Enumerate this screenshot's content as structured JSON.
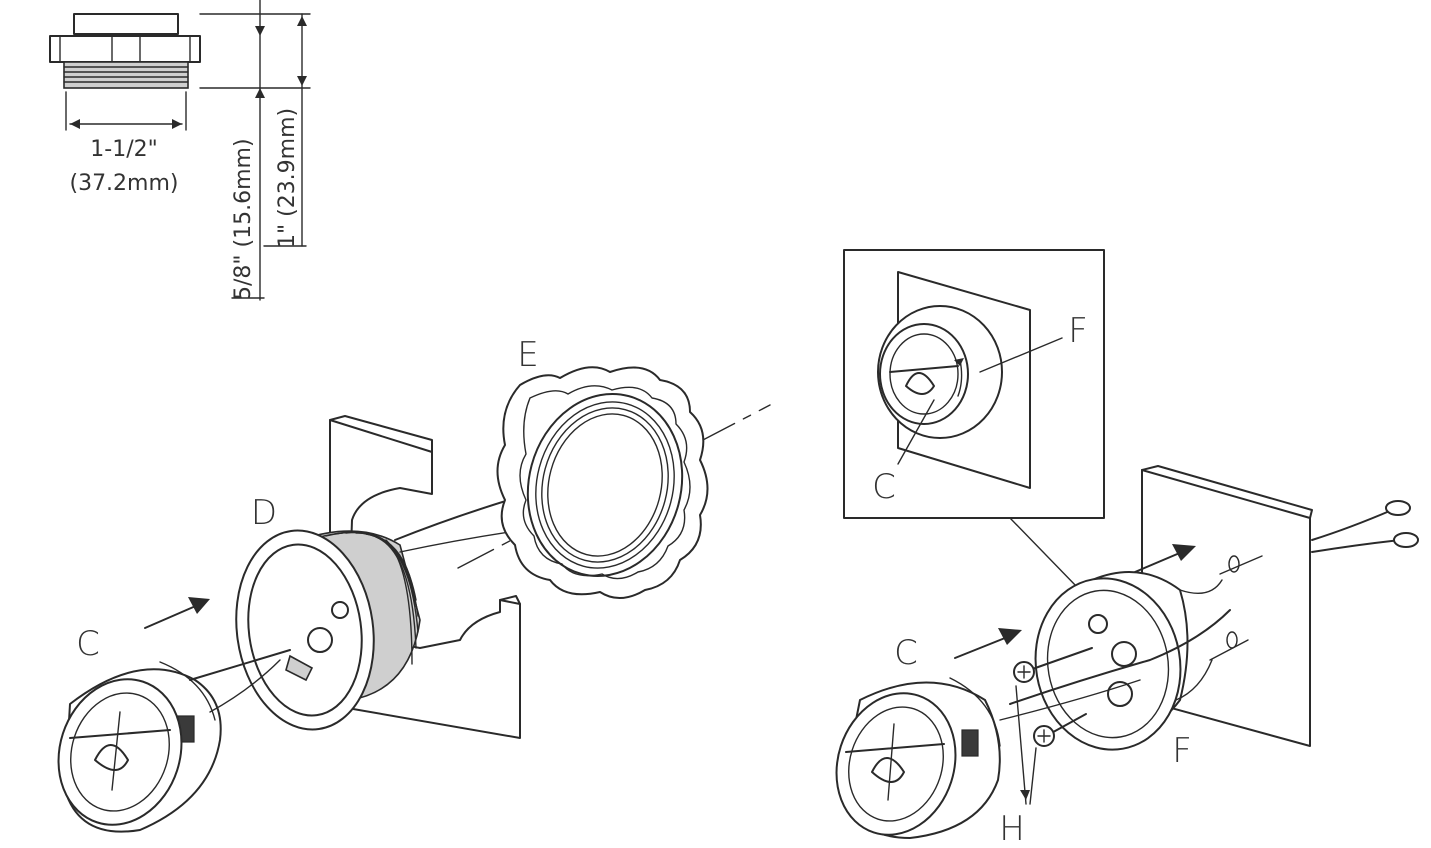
{
  "dimensions": {
    "width_line1": "1-1/2\"",
    "width_line2": "(37.2mm)",
    "depth_short": "5/8\" (15.6mm)",
    "depth_long": "1\" (23.9mm)"
  },
  "callouts": {
    "left_c": "C",
    "left_d": "D",
    "left_e": "E",
    "inset_f": "F",
    "inset_c": "C",
    "right_c": "C",
    "right_f": "F",
    "right_h": "H"
  },
  "colors": {
    "ink": "#2a2a2a",
    "shade": "#cfcfcf",
    "label": "#333333"
  }
}
